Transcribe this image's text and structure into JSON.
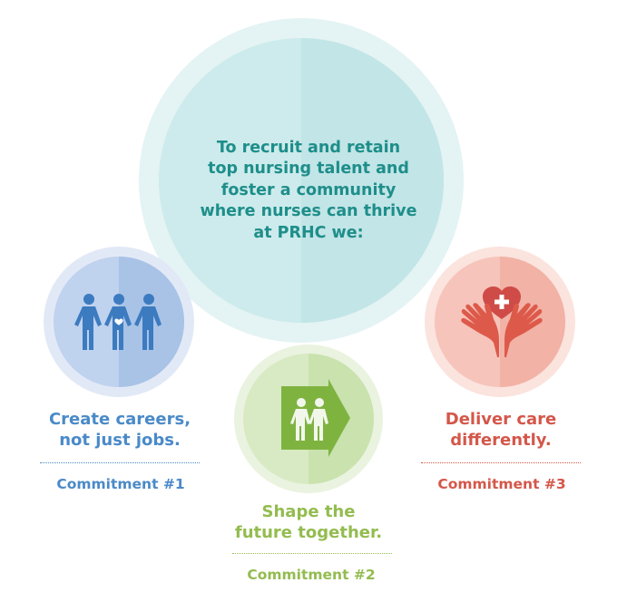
{
  "mission": {
    "lines": [
      "To recruit and retain",
      "top nursing talent and",
      "foster a community",
      "where nurses can thrive",
      "at PRHC we:"
    ]
  },
  "commitments": [
    {
      "title_line1": "Create careers,",
      "title_line2": "not just jobs.",
      "label": "Commitment #1",
      "color": "#4a8ac8",
      "icon": "three-people-icon"
    },
    {
      "title_line1": "Shape the",
      "title_line2": "future together.",
      "label": "Commitment #2",
      "color": "#93bc4f",
      "icon": "couple-arrow-icon"
    },
    {
      "title_line1": "Deliver care",
      "title_line2": "differently.",
      "label": "Commitment #3",
      "color": "#d4574a",
      "icon": "caring-hands-heart-icon"
    }
  ]
}
